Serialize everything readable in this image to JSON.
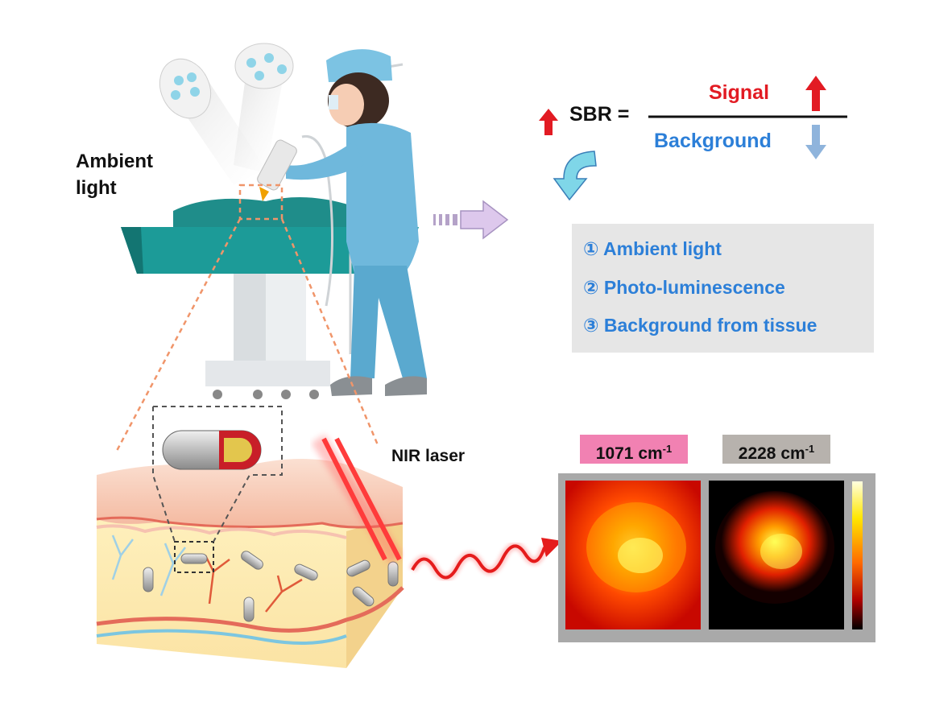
{
  "labels": {
    "ambient_light_line1": "Ambient",
    "ambient_light_line2": "light",
    "nir_laser": "NIR laser",
    "sbr": "SBR =",
    "signal": "Signal",
    "background": "Background"
  },
  "background_sources": [
    "① Ambient light",
    "② Photo-luminescence",
    "③ Background from tissue"
  ],
  "raman_channels": [
    {
      "value": "1071 cm",
      "exponent": "-1",
      "color": "#f181b2"
    },
    {
      "value": "2228 cm",
      "exponent": "-1",
      "color": "#b7b2ad"
    }
  ],
  "colors": {
    "signal": "#e21b23",
    "background": "#2c7fd8",
    "surgeon": "#6fb8dc",
    "table": "#1c9b98",
    "skin": "#f6c9b3",
    "laser": "#ff3b3b"
  }
}
